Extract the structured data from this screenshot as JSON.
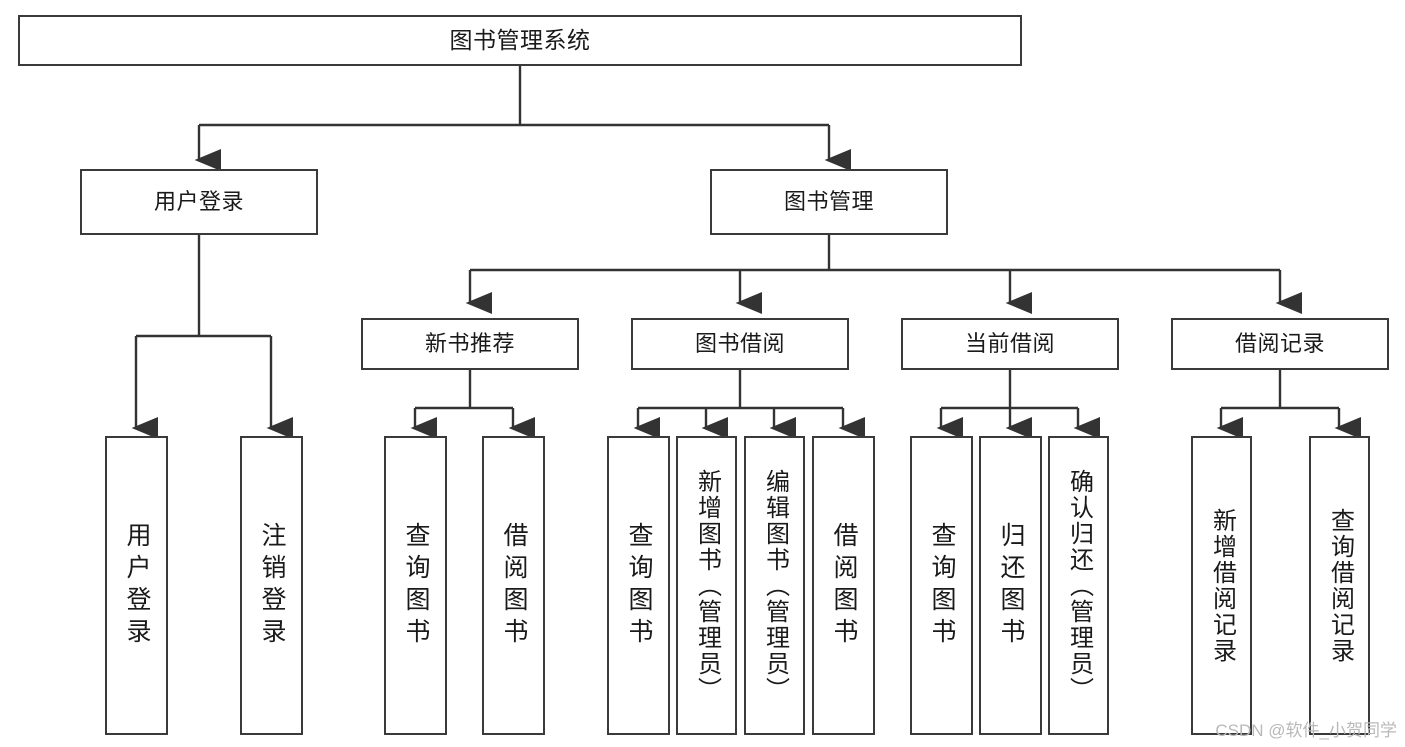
{
  "diagram": {
    "type": "tree-hierarchy-chart",
    "title": "图书管理系统",
    "background_color": "#ffffff",
    "box_border_color": "#3a3a3a",
    "edge_color": "#333333",
    "root": {
      "id": "root",
      "label": "图书管理系统"
    },
    "level2": [
      {
        "id": "user-login",
        "label": "用户登录"
      },
      {
        "id": "book-manage",
        "label": "图书管理"
      }
    ],
    "level3": [
      {
        "id": "new-book-rec",
        "label": "新书推荐",
        "parent": "book-manage"
      },
      {
        "id": "book-borrow",
        "label": "图书借阅",
        "parent": "book-manage"
      },
      {
        "id": "current-borrow",
        "label": "当前借阅",
        "parent": "book-manage"
      },
      {
        "id": "borrow-record",
        "label": "借阅记录",
        "parent": "book-manage"
      }
    ],
    "leaves": [
      {
        "id": "leaf-user-login",
        "label": "用户登录",
        "parent": "user-login"
      },
      {
        "id": "leaf-logout",
        "label": "注销登录",
        "parent": "user-login"
      },
      {
        "id": "leaf-query-book-1",
        "label": "查询图书",
        "parent": "new-book-rec"
      },
      {
        "id": "leaf-borrow-book-1",
        "label": "借阅图书",
        "parent": "new-book-rec"
      },
      {
        "id": "leaf-query-book-2",
        "label": "查询图书",
        "parent": "book-borrow"
      },
      {
        "id": "leaf-add-book",
        "label": "新增图书（管理员）",
        "parent": "book-borrow"
      },
      {
        "id": "leaf-edit-book",
        "label": "编辑图书（管理员）",
        "parent": "book-borrow"
      },
      {
        "id": "leaf-borrow-book-2",
        "label": "借阅图书",
        "parent": "book-borrow"
      },
      {
        "id": "leaf-query-book-3",
        "label": "查询图书",
        "parent": "current-borrow"
      },
      {
        "id": "leaf-return-book",
        "label": "归还图书",
        "parent": "current-borrow"
      },
      {
        "id": "leaf-confirm-return",
        "label": "确认归还（管理员）",
        "parent": "current-borrow"
      },
      {
        "id": "leaf-add-record",
        "label": "新增借阅记录",
        "parent": "borrow-record"
      },
      {
        "id": "leaf-query-record",
        "label": "查询借阅记录",
        "parent": "borrow-record"
      }
    ]
  },
  "watermark": {
    "text": "CSDN @软件_小贺同学"
  }
}
